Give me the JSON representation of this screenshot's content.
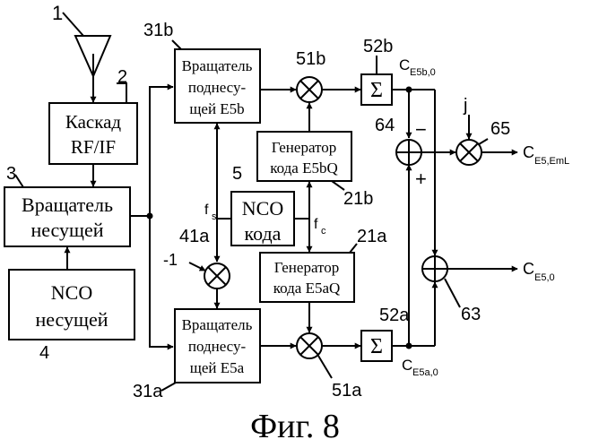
{
  "labels": {
    "n1": "1",
    "n2": "2",
    "n3": "3",
    "n4": "4",
    "n5": "5",
    "n31b": "31b",
    "n31a": "31a",
    "n51b": "51b",
    "n52b": "52b",
    "n51a": "51a",
    "n52a": "52a",
    "n41a": "41a",
    "n21b": "21b",
    "n21a": "21a",
    "n64": "64",
    "n65": "65",
    "n63": "63",
    "minus_one": "-1",
    "j": "j",
    "minus": "−",
    "plus": "+",
    "fs": "f",
    "fs_sub": "s",
    "fc": "f",
    "fc_sub": "c"
  },
  "blocks": {
    "rf_if": [
      "Каскад",
      "RF/IF"
    ],
    "carrier_rotator": [
      "Вращатель",
      "несущей"
    ],
    "carrier_nco": [
      "NCO",
      "несущей"
    ],
    "code_nco": [
      "NCO",
      "кода"
    ],
    "sub_rot_b": [
      "Вращатель",
      "поднесу-",
      "щей E5b"
    ],
    "sub_rot_a": [
      "Вращатель",
      "поднесу-",
      "щей E5a"
    ],
    "gen_b": [
      "Генератор",
      "кода E5bQ"
    ],
    "gen_a": [
      "Генератор",
      "кода E5aQ"
    ]
  },
  "outputs": {
    "ce5b0": {
      "main": "C",
      "sub": "E5b,0"
    },
    "ce5a0": {
      "main": "C",
      "sub": "E5a,0"
    },
    "ce5eml": {
      "main": "C",
      "sub": "E5,EmL"
    },
    "ce50": {
      "main": "C",
      "sub": "E5,0"
    }
  },
  "sum_symbol": "Σ",
  "caption": "Фиг. 8"
}
